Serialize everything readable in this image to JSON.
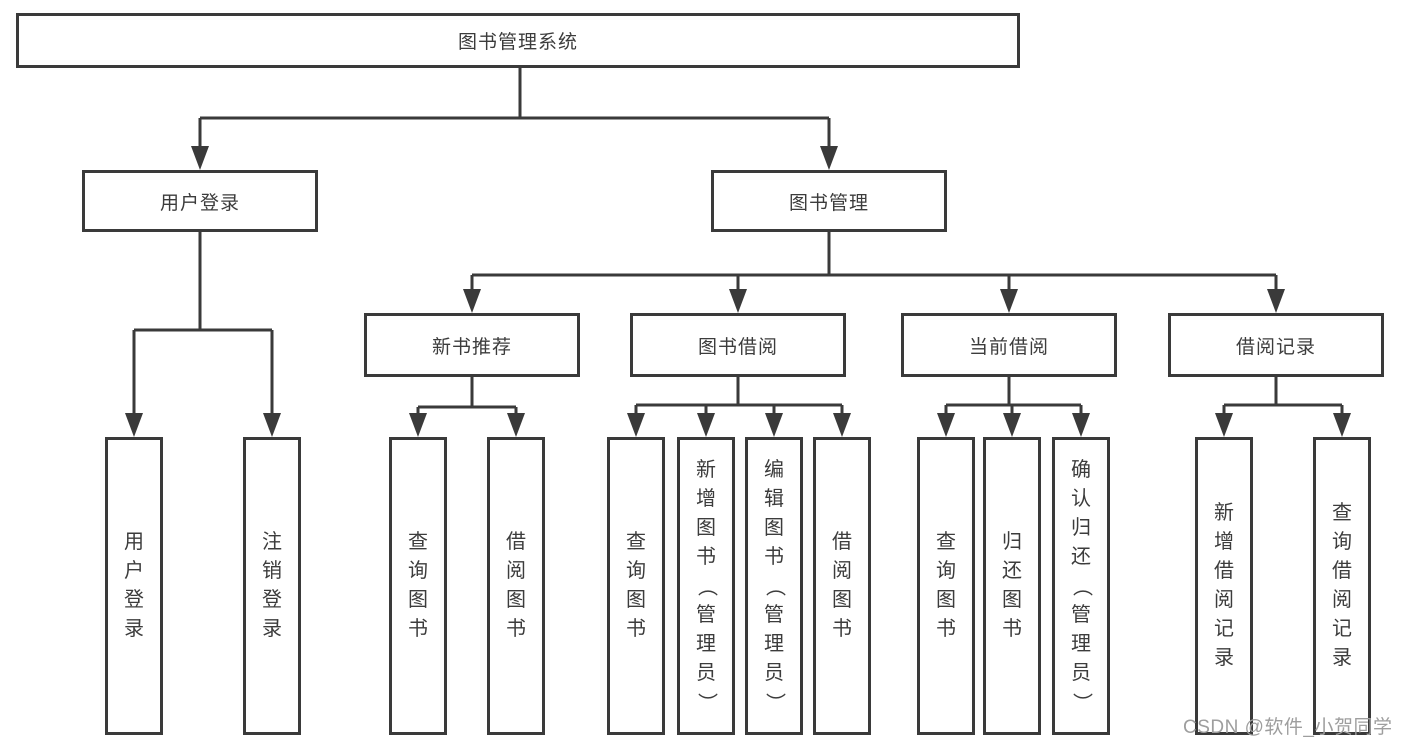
{
  "diagram": {
    "title": "图书管理系统",
    "type": "function-structure-tree"
  },
  "nodes": {
    "root": {
      "label": "图书管理系统"
    },
    "user_login": {
      "label": "用户登录"
    },
    "book_management": {
      "label": "图书管理"
    },
    "new_book_recommend": {
      "label": "新书推荐"
    },
    "book_borrow": {
      "label": "图书借阅"
    },
    "current_borrow": {
      "label": "当前借阅"
    },
    "borrow_records": {
      "label": "借阅记录"
    },
    "leaf_user_login": {
      "label": "用户登录"
    },
    "leaf_logout": {
      "label": "注销登录"
    },
    "leaf_nb_query": {
      "label": "查询图书"
    },
    "leaf_nb_borrow": {
      "label": "借阅图书"
    },
    "leaf_bb_query": {
      "label": "查询图书"
    },
    "leaf_bb_add": {
      "label": "新增图书（管理员）"
    },
    "leaf_bb_edit": {
      "label": "编辑图书（管理员）"
    },
    "leaf_bb_borrow": {
      "label": "借阅图书"
    },
    "leaf_cb_query": {
      "label": "查询图书"
    },
    "leaf_cb_return": {
      "label": "归还图书"
    },
    "leaf_cb_confirm": {
      "label": "确认归还（管理员）"
    },
    "leaf_br_add": {
      "label": "新增借阅记录"
    },
    "leaf_br_query": {
      "label": "查询借阅记录"
    }
  },
  "watermark": {
    "text": "CSDN @软件_小贺同学"
  },
  "colors": {
    "line": "#3a3a3a",
    "text": "#3c3c3c",
    "watermark": "#9e9e9e",
    "background": "#ffffff"
  }
}
